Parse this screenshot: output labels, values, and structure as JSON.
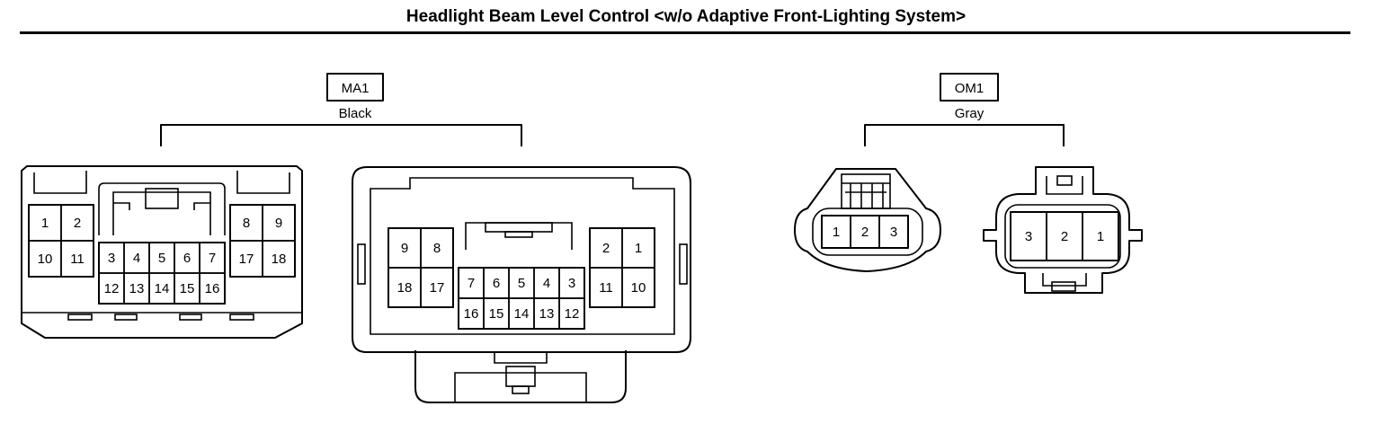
{
  "title": "Headlight Beam Level Control <w/o Adaptive Front-Lighting System>",
  "connectors": [
    {
      "code": "MA1",
      "color": "Black",
      "views": [
        {
          "groups": [
            [
              "1",
              "2",
              "10",
              "11"
            ],
            [
              "3",
              "4",
              "5",
              "6",
              "7",
              "12",
              "13",
              "14",
              "15",
              "16"
            ],
            [
              "8",
              "9",
              "17",
              "18"
            ]
          ]
        },
        {
          "groups": [
            [
              "9",
              "8",
              "18",
              "17"
            ],
            [
              "7",
              "6",
              "5",
              "4",
              "3",
              "16",
              "15",
              "14",
              "13",
              "12"
            ],
            [
              "2",
              "1",
              "11",
              "10"
            ]
          ]
        }
      ]
    },
    {
      "code": "OM1",
      "color": "Gray",
      "views": [
        {
          "groups": [
            [
              "1",
              "2",
              "3"
            ]
          ]
        },
        {
          "groups": [
            [
              "3",
              "2",
              "1"
            ]
          ]
        }
      ]
    }
  ]
}
